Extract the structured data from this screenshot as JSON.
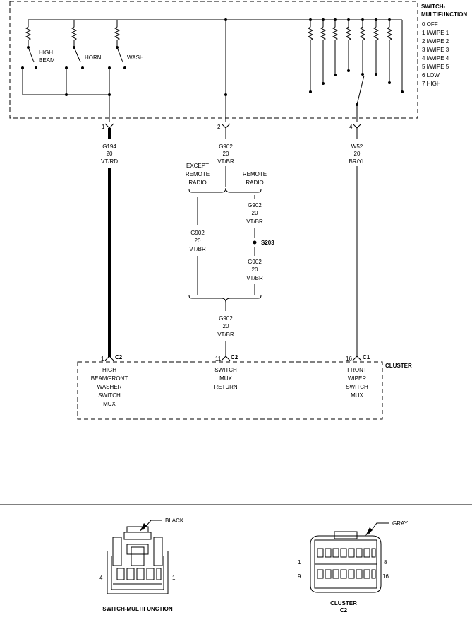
{
  "switch": {
    "title1": "SWITCH-",
    "title2": "MULTIFUNCTION",
    "positions": [
      "0 OFF",
      "1 I/WIPE 1",
      "2 I/WIPE 2",
      "3 I/WIPE 3",
      "4 I/WIPE 4",
      "5 I/WIPE 5",
      "6 LOW",
      "7 HIGH"
    ],
    "high_beam_1": "HIGH",
    "high_beam_2": "BEAM",
    "horn": "HORN",
    "wash": "WASH"
  },
  "pins": {
    "p1": "1",
    "p2": "2",
    "p4": "4"
  },
  "wire1": {
    "circuit": "G194",
    "gauge": "20",
    "color": "VT/RD"
  },
  "wire2": {
    "circuit": "G902",
    "gauge": "20",
    "color": "VT/BR"
  },
  "wire4": {
    "circuit": "W52",
    "gauge": "20",
    "color": "BR/YL"
  },
  "except_remote_radio": [
    "EXCEPT",
    "REMOTE",
    "RADIO"
  ],
  "remote_radio": [
    "REMOTE",
    "RADIO"
  ],
  "left_branch": {
    "circuit": "G902",
    "gauge": "20",
    "color": "VT/BR"
  },
  "right_upper": {
    "circuit": "G902",
    "gauge": "20",
    "color": "VT/BR"
  },
  "splice": "S203",
  "right_lower": {
    "circuit": "G902",
    "gauge": "20",
    "color": "VT/BR"
  },
  "merged": {
    "circuit": "G902",
    "gauge": "20",
    "color": "VT/BR"
  },
  "cluster": {
    "title": "CLUSTER",
    "pin1": "1",
    "conn1": "C2",
    "pin11": "11",
    "conn11": "C2",
    "pin16": "16",
    "conn16": "C1",
    "label1": [
      "HIGH",
      "BEAM/FRONT",
      "WASHER",
      "SWITCH",
      "MUX"
    ],
    "label2": [
      "SWITCH",
      "MUX",
      "RETURN"
    ],
    "label3": [
      "FRONT",
      "WIPER",
      "SWITCH",
      "MUX"
    ]
  },
  "connector_left": {
    "color": "BLACK",
    "pin_left": "4",
    "pin_right": "1",
    "name": "SWITCH-MULTIFUNCTION"
  },
  "connector_right": {
    "color": "GRAY",
    "pin_tl": "1",
    "pin_tr": "8",
    "pin_bl": "9",
    "pin_br": "16",
    "name": "CLUSTER",
    "sub": "C2"
  }
}
